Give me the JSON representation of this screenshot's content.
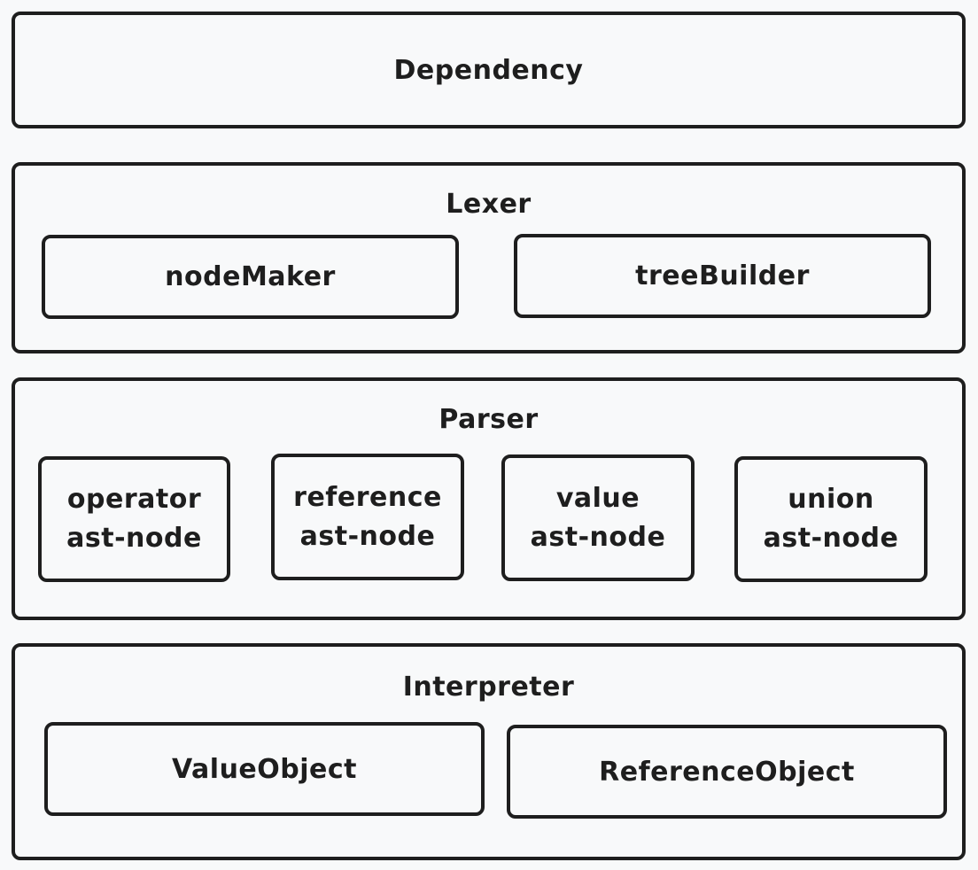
{
  "layers": {
    "dependency": {
      "title": "Dependency"
    },
    "lexer": {
      "title": "Lexer",
      "components": [
        "nodeMaker",
        "treeBuilder"
      ]
    },
    "parser": {
      "title": "Parser",
      "components": [
        {
          "line1": "operator",
          "line2": "ast-node"
        },
        {
          "line1": "reference",
          "line2": "ast-node"
        },
        {
          "line1": "value",
          "line2": "ast-node"
        },
        {
          "line1": "union",
          "line2": "ast-node"
        }
      ]
    },
    "interpreter": {
      "title": "Interpreter",
      "components": [
        "ValueObject",
        "ReferenceObject"
      ]
    }
  }
}
